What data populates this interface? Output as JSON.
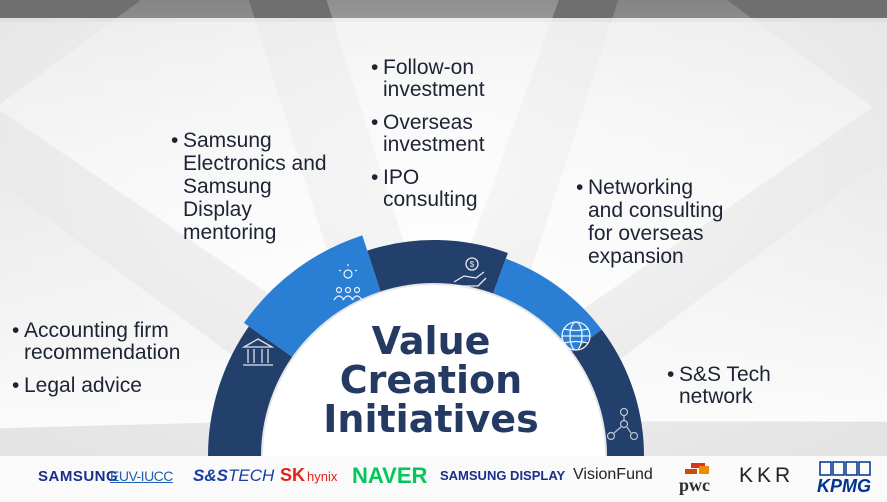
{
  "center": {
    "line1": "Value",
    "line2": "Creation",
    "line3": "Initiatives"
  },
  "segments": [
    {
      "id": "finance",
      "icon": "bank-icon",
      "color": "#233f6b",
      "bullets": [
        "Accounting firm\nrecommendation",
        "Legal advice"
      ]
    },
    {
      "id": "mentoring",
      "icon": "people-idea-icon",
      "color": "#2a7fd4",
      "bullets": [
        "Samsung\nElectronics and\nSamsung\nDisplay\nmentoring"
      ]
    },
    {
      "id": "investment",
      "icon": "money-hand-icon",
      "color": "#233f6b",
      "bullets": [
        "Follow-on\ninvestment",
        "Overseas\ninvestment",
        "IPO\nconsulting"
      ]
    },
    {
      "id": "global",
      "icon": "globe-icon",
      "color": "#2a7fd4",
      "bullets": [
        "Networking\nand consulting\nfor overseas\nexpansion"
      ]
    },
    {
      "id": "network",
      "icon": "network-icon",
      "color": "#233f6b",
      "bullets": [
        "S&S Tech\nnetwork"
      ]
    }
  ],
  "logos": {
    "samsung": "SAMSUNG",
    "euv": "EUV-IUCC",
    "sstech_a": "S&S",
    "sstech_b": "TECH",
    "skhynix_a": "SK",
    "skhynix_b": "hynix",
    "naver": "NAVER",
    "samsung_display": "SAMSUNG DISPLAY",
    "visionfund": "VisionFund",
    "pwc": "pwc",
    "kkr": "KKR",
    "kpmg": "KPMG"
  },
  "colors": {
    "dark_navy": "#233f6b",
    "bright_blue": "#2a7fd4",
    "title": "#243a63",
    "text": "#1c2433"
  }
}
